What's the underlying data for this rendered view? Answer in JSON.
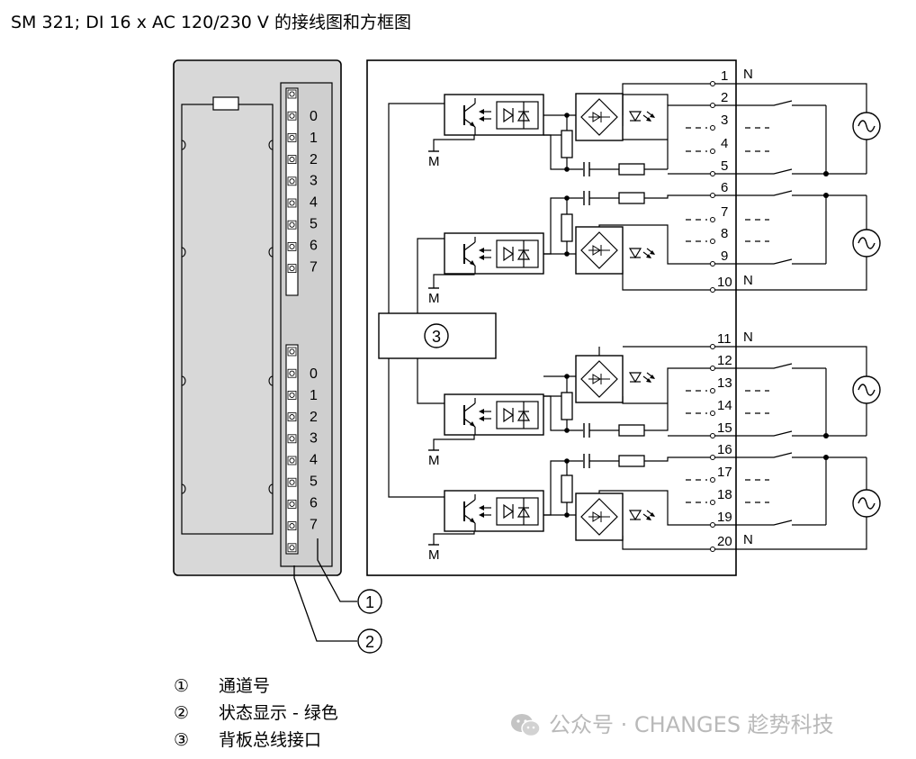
{
  "title": "SM 321; DI 16 x AC 120/230 V 的接线图和方框图",
  "module": {
    "upper_channels": [
      "0",
      "1",
      "2",
      "3",
      "4",
      "5",
      "6",
      "7"
    ],
    "lower_channels": [
      "0",
      "1",
      "2",
      "3",
      "4",
      "5",
      "6",
      "7"
    ]
  },
  "terminals": [
    "1",
    "2",
    "3",
    "4",
    "5",
    "6",
    "7",
    "8",
    "9",
    "10",
    "11",
    "12",
    "13",
    "14",
    "15",
    "16",
    "17",
    "18",
    "19",
    "20"
  ],
  "neutral_label": "N",
  "ground_label": "M",
  "backplane_callout": "3",
  "callouts": [
    "1",
    "2"
  ],
  "legend": [
    {
      "num": "①",
      "text": "通道号"
    },
    {
      "num": "②",
      "text": "状态显示 - 绿色"
    },
    {
      "num": "③",
      "text": "背板总线接口"
    }
  ],
  "watermark": "公众号 · CHANGES 趁势科技"
}
